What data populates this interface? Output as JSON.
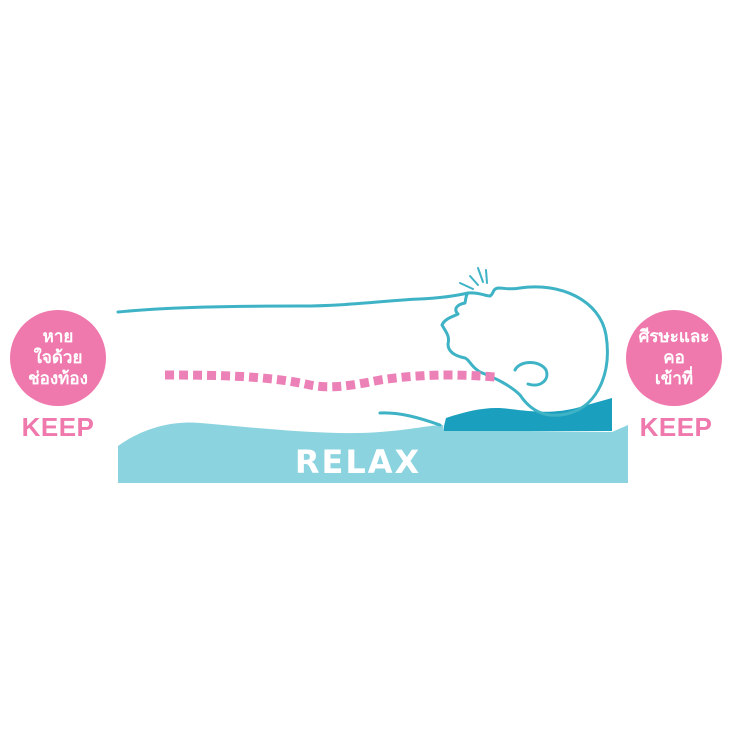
{
  "left_badge": {
    "lines": [
      "หาย",
      "ใจด้วย",
      "ช่องท้อง"
    ],
    "keep_label": "KEEP"
  },
  "right_badge": {
    "lines": [
      "ศีรษะและ",
      "คอ",
      "เข้าที่"
    ],
    "keep_label": "KEEP"
  },
  "pillow_label": "RELAX",
  "colors": {
    "pink": "#ef78ad",
    "outline": "#3fb3c6",
    "pillow": "#8bd3df",
    "head_support": "#1b9fbe",
    "spine_dashes": "#ec81b7"
  },
  "icons": {
    "person": "sleeping-person-outline",
    "spine": "dashed-spine-line",
    "pillow": "contour-pillow"
  }
}
